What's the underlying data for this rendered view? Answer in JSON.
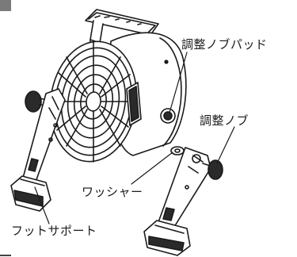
{
  "labels": {
    "adjust_knob_pad": "調整ノブパッド",
    "adjust_knob": "調整ノブ",
    "washer": "ワッシャー",
    "foot_support": "フットサポート"
  },
  "colors": {
    "line": "#1a1a1a",
    "part_fill": "#2a2a2a",
    "body_fill": "#ffffff"
  }
}
